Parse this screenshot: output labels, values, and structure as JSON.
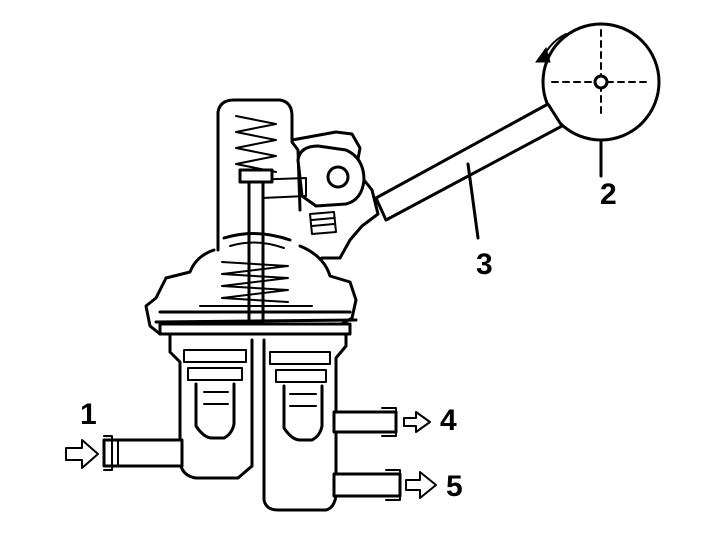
{
  "labels": {
    "inlet": "1",
    "cam": "2",
    "lever": "3",
    "outlet_upper": "4",
    "outlet_lower": "5"
  },
  "colors": {
    "ink": "#000000",
    "paper": "#ffffff"
  },
  "icons": [
    "rotation-arrow-icon",
    "inlet-flow-arrow-icon",
    "outlet-flow-arrow-icon"
  ]
}
